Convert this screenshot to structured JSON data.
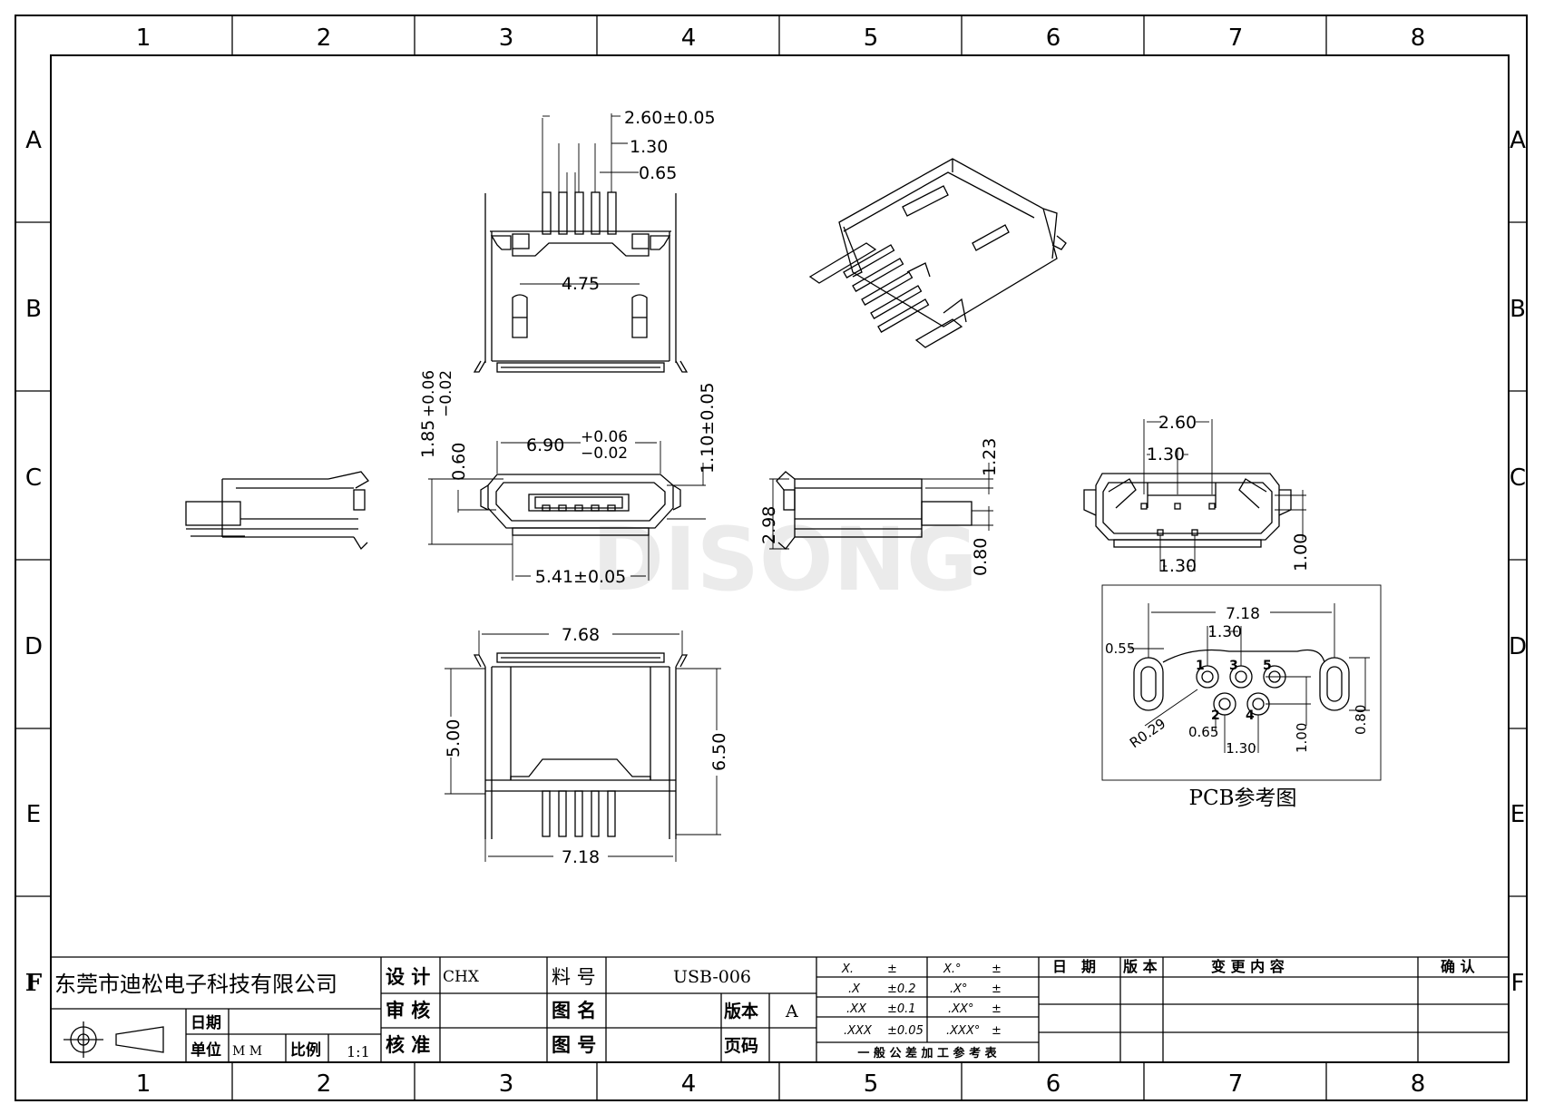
{
  "border": {
    "columns": [
      "1",
      "2",
      "3",
      "4",
      "5",
      "6",
      "7",
      "8"
    ],
    "rows": [
      "A",
      "B",
      "C",
      "D",
      "E",
      "F"
    ]
  },
  "watermark": "DISONG",
  "dimensions": {
    "top_pitch_total": "2.60±0.05",
    "top_pitch_2": "1.30",
    "top_pitch_1": "0.65",
    "top_inner_width": "4.75",
    "front_height_top": "1.85",
    "front_height_top_tol_plus": "+0.06",
    "front_height_top_tol_minus": "−0.02",
    "front_height_inner": "0.60",
    "front_width_main": "6.90",
    "front_width_tol_plus": "+0.06",
    "front_width_tol_minus": "−0.02",
    "front_height_right": "1.10±0.05",
    "front_width_bottom": "5.41±0.05",
    "bottom_top_width": "7.68",
    "bottom_depth_left": "5.00",
    "bottom_depth_right": "6.50",
    "bottom_width": "7.18",
    "side_height": "2.98",
    "side_top": "1.23",
    "side_bottom": "0.80",
    "rear_pitch_total": "2.60",
    "rear_pitch_top": "1.30",
    "rear_pitch_bottom": "1.30",
    "rear_offset": "1.00"
  },
  "pcb": {
    "title": "PCB参考图",
    "width": "7.18",
    "pitch": "1.30",
    "slot_width": "0.55",
    "radius": "R0.29",
    "pad": "0.65",
    "pitch_bottom": "1.30",
    "offset": "1.00",
    "slot_height": "0.80",
    "pins": [
      "1",
      "2",
      "3",
      "4",
      "5"
    ]
  },
  "title_block": {
    "company": "东莞市迪松电子科技有限公司",
    "date_label": "日期",
    "unit_label": "单位",
    "unit_value": "M M",
    "scale_label": "比例",
    "scale_value": "1:1",
    "design_label": "设 计",
    "design_value": "CHX",
    "review_label": "审 核",
    "approve_label": "核 准",
    "part_no_label": "料 号",
    "part_no_value": "USB-006",
    "drawing_name_label": "图 名",
    "drawing_no_label": "图 号",
    "version_label": "版本",
    "version_value": "A",
    "page_label": "页码",
    "tolerance": {
      "rows": [
        [
          "X.",
          "±",
          "X.°",
          "±"
        ],
        [
          ".X",
          "±0.2",
          ".X°",
          "±"
        ],
        [
          ".XX",
          "±0.1",
          ".XX°",
          "±"
        ],
        [
          ".XXX",
          "±0.05",
          ".XXX°",
          "±"
        ]
      ],
      "caption": "一 般 公 差 加 工 参 考 表"
    },
    "revision_headers": [
      "日　期",
      "版 本",
      "变 更 内 容",
      "确 认"
    ]
  }
}
